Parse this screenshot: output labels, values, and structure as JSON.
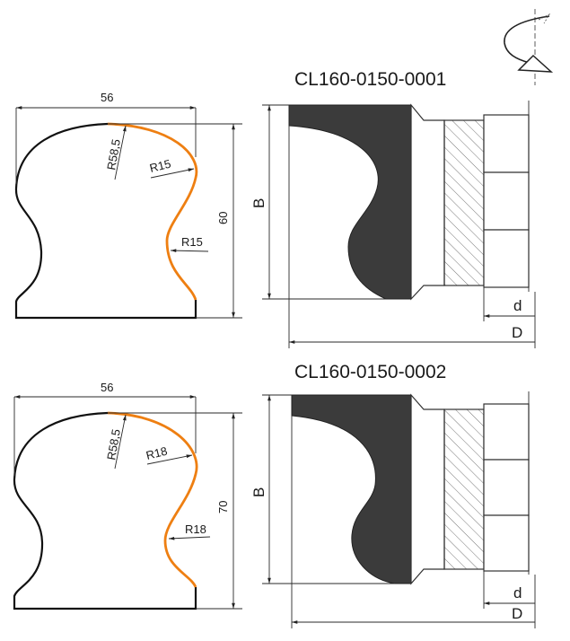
{
  "rotation_symbol": "rotation-arrow-icon",
  "drawings": [
    {
      "code": "CL160-0150-0001",
      "width_label": "56",
      "height_label": "60",
      "radius_large": "R58,5",
      "radius_upper": "R15",
      "radius_lower": "R15",
      "cutter_b": "B",
      "cutter_d_small": "d",
      "cutter_d_large": "D"
    },
    {
      "code": "CL160-0150-0002",
      "width_label": "56",
      "height_label": "70",
      "radius_large": "R58,5",
      "radius_upper": "R18",
      "radius_lower": "R18",
      "cutter_b": "B",
      "cutter_d_small": "d",
      "cutter_d_large": "D"
    }
  ],
  "colors": {
    "profile_line": "#111111",
    "cut_edge": "#ee7f12",
    "cutter_fill": "#3b3b3b"
  }
}
